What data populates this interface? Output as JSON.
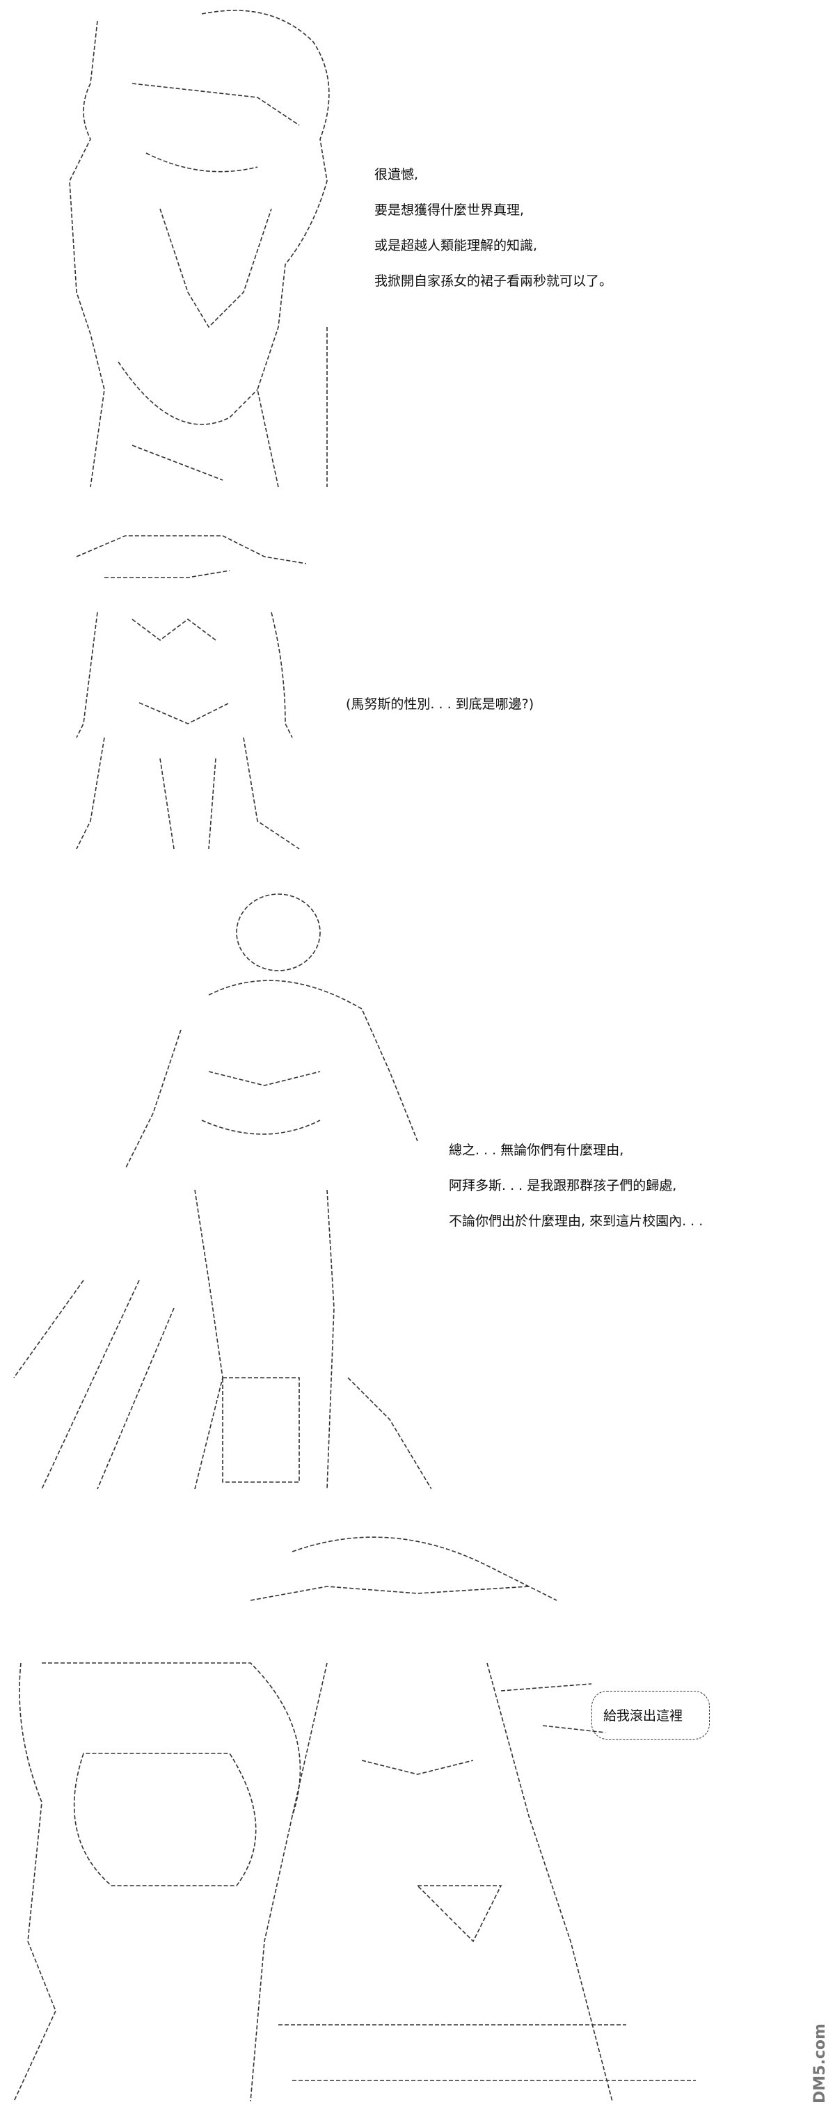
{
  "panels": [
    {
      "lines": [
        "很遺憾,",
        "要是想獲得什麼世界真理,",
        "或是超越人類能理解的知識,",
        "我掀開自家孫女的裙子看兩秒就可以了。"
      ]
    },
    {
      "lines": [
        "(馬努斯的性別. . . 到底是哪邊?)"
      ]
    },
    {
      "lines": [
        "總之. . . 無論你們有什麼理由,",
        "阿拜多斯. . . 是我跟那群孩子們的歸處,",
        "不論你們出於什麼理由, 來到這片校園內. . ."
      ]
    },
    {
      "bubble": "給我滾出這裡"
    }
  ],
  "watermark": "DM5.com"
}
